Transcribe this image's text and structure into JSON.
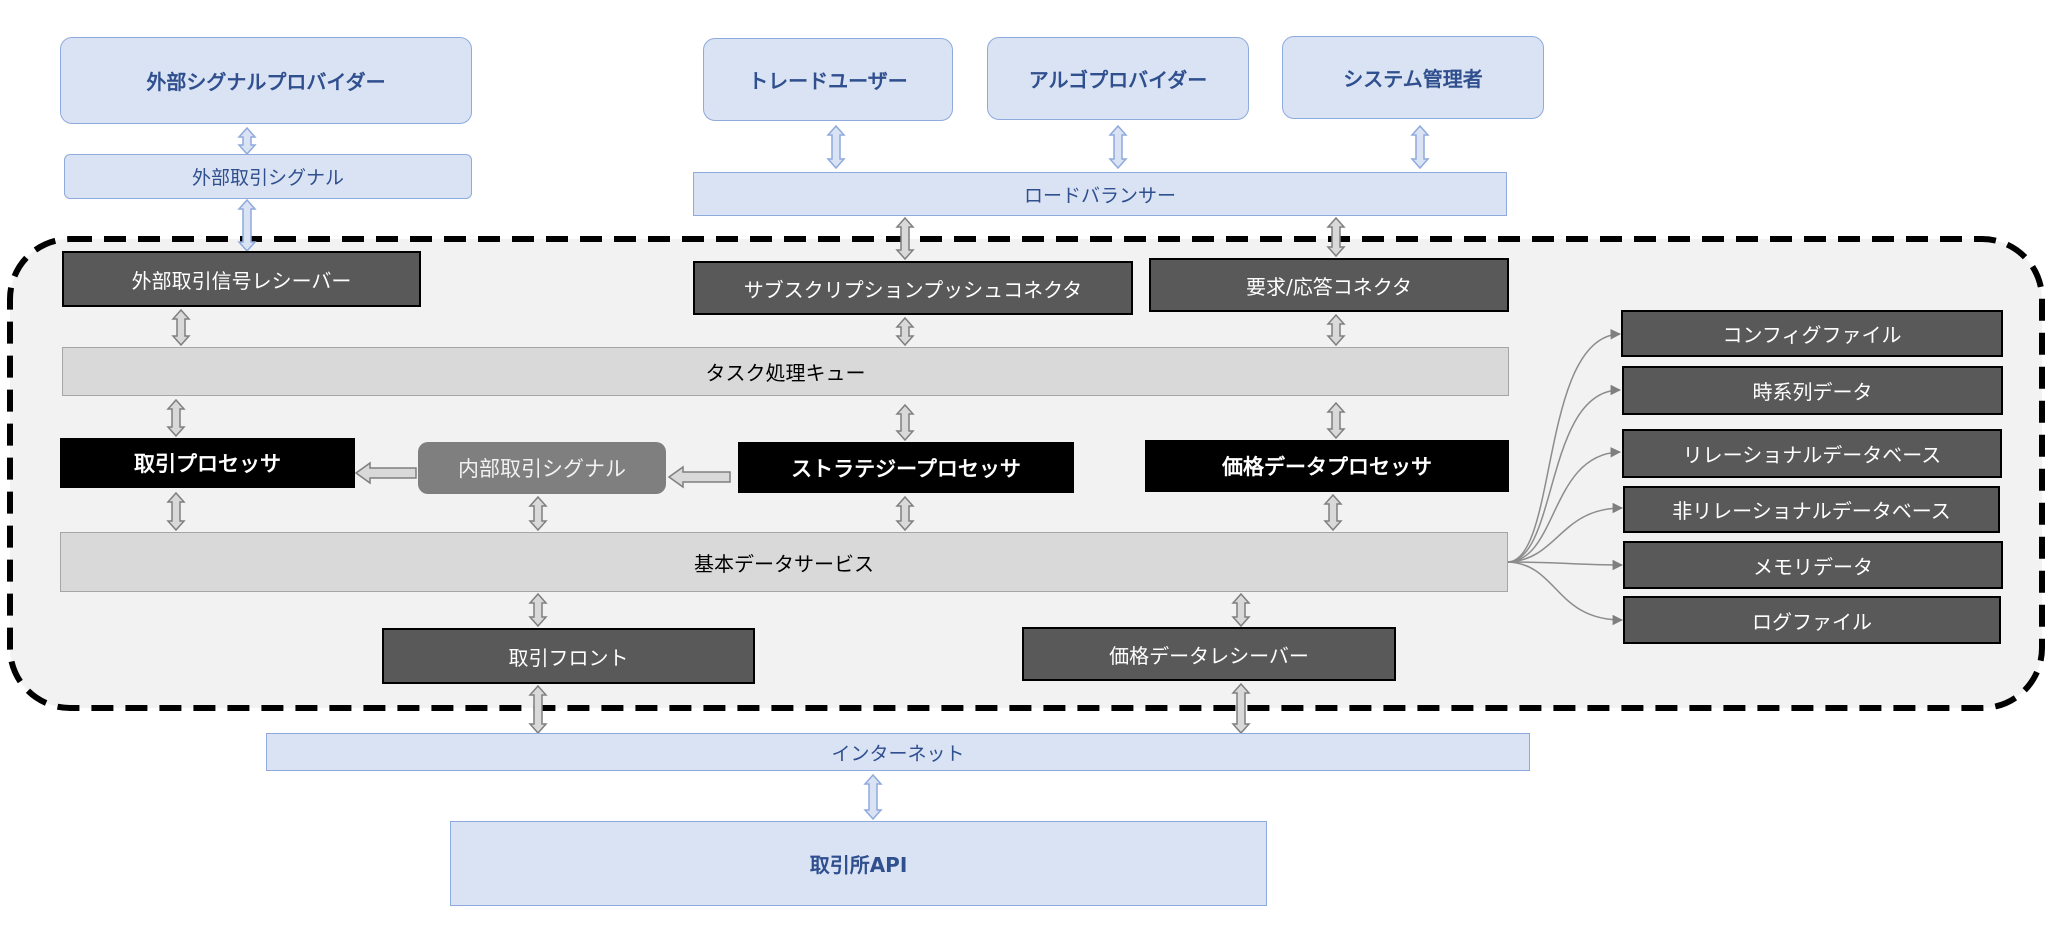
{
  "external": {
    "signal_provider": "外部シグナルプロバイダー",
    "trade_user": "トレードユーザー",
    "algo_provider": "アルゴプロバイダー",
    "sys_admin": "システム管理者"
  },
  "strips": {
    "external_signal": "外部取引シグナル",
    "load_balancer": "ロードバランサー",
    "internet": "インターネット"
  },
  "core": {
    "signal_receiver": "外部取引信号レシーバー",
    "subscription_connector": "サブスクリプションプッシュコネクタ",
    "request_connector": "要求/応答コネクタ",
    "task_queue": "タスク処理キュー",
    "trade_processor": "取引プロセッサ",
    "internal_signal": "内部取引シグナル",
    "strategy_processor": "ストラテジープロセッサ",
    "price_processor": "価格データプロセッサ",
    "data_service": "基本データサービス",
    "trade_front": "取引フロント",
    "price_receiver": "価格データレシーバー"
  },
  "storage": {
    "items": [
      "コンフィグファイル",
      "時系列データ",
      "リレーショナルデータベース",
      "非リレーショナルデータベース",
      "メモリデータ",
      "ログファイル"
    ]
  },
  "exchange_api": "取引所API",
  "colors": {
    "light_fill": "#dae3f3",
    "light_border": "#8faadc",
    "dark_fill": "#595959",
    "queue_fill": "#d9d9d9",
    "region_fill": "#f2f2f2"
  }
}
